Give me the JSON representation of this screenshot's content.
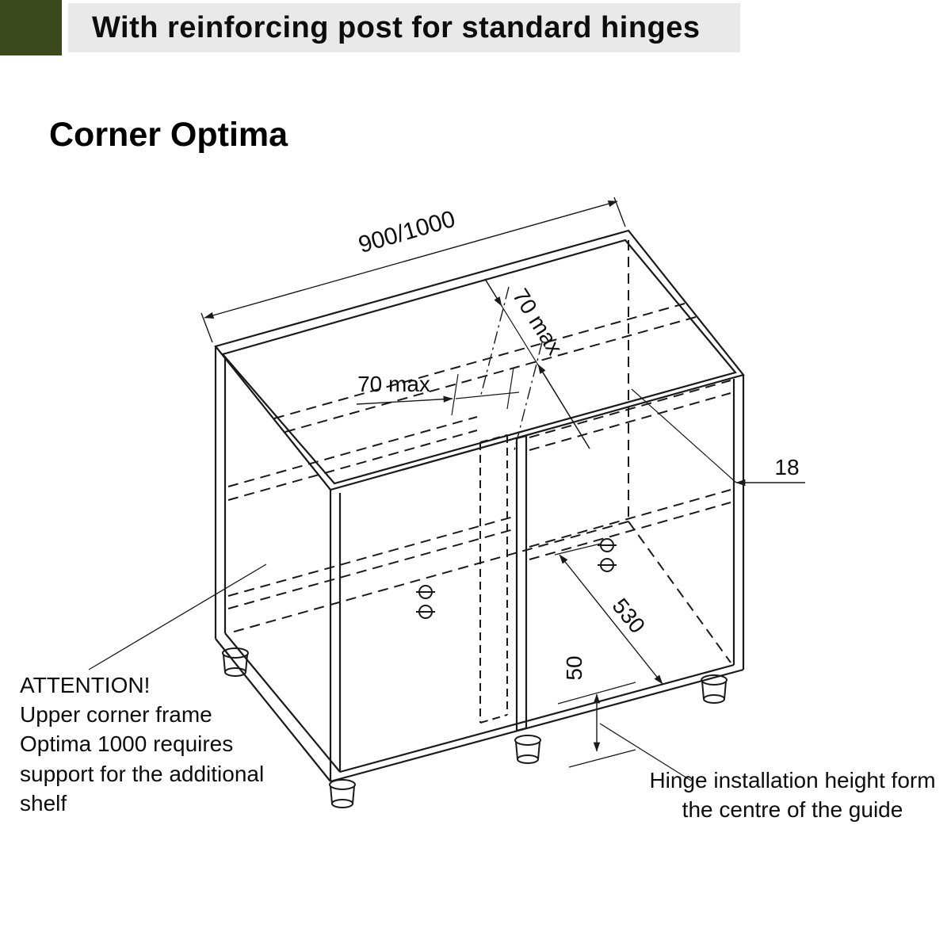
{
  "header": {
    "title": "With reinforcing post for standard hinges"
  },
  "page": {
    "subtitle": "Corner Optima"
  },
  "diagram": {
    "dim_width": "900/1000",
    "dim_post_diag": "70 max",
    "dim_post_horiz": "70 max",
    "dim_thickness": "18",
    "dim_depth": "530",
    "dim_hinge_height": "50",
    "note_attention": {
      "line1": "ATTENTION!",
      "line2": "Upper corner frame",
      "line3": "Optima 1000 requires",
      "line4": "support for the additional",
      "line5": "shelf"
    },
    "note_hinge": {
      "line1": "Hinge installation height form",
      "line2": "the centre of the guide"
    }
  },
  "colors": {
    "accent_olive": "#3c491d",
    "banner_gray": "#e9e9e9",
    "line_black": "#1a1a1a"
  }
}
